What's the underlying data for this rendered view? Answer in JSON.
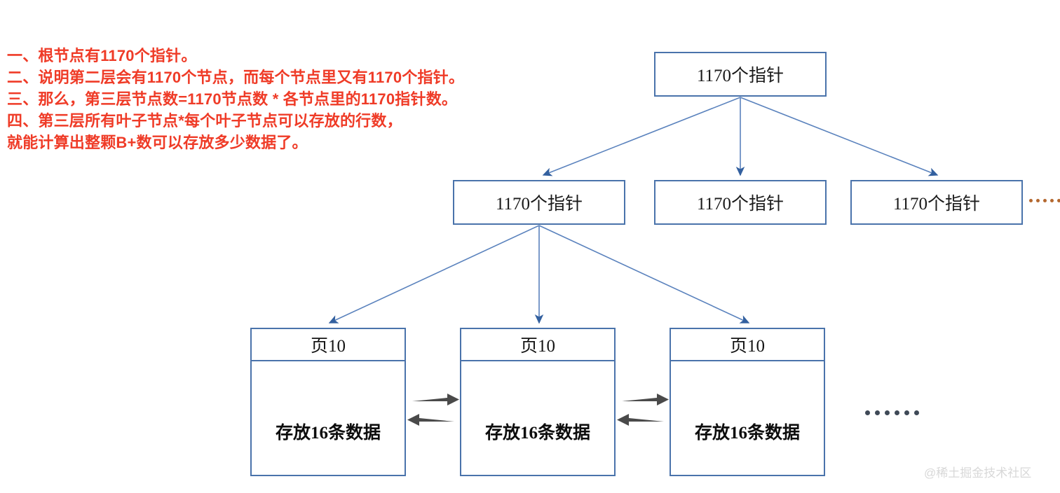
{
  "annotations": {
    "lines": [
      "一、根节点有1170个指针。",
      "二、说明第二层会有1170个节点，而每个节点里又有1170个指针。",
      "三、那么，第三层节点数=1170节点数 * 各节点里的1170指针数。",
      "四、第三层所有叶子节点*每个叶子节点可以存放的行数，",
      "就能计算出整颗B+数可以存放多少数据了。"
    ],
    "color": "#ef3b27"
  },
  "tree": {
    "root": {
      "label": "1170个指针"
    },
    "level2": [
      {
        "label": "1170个指针"
      },
      {
        "label": "1170个指针"
      },
      {
        "label": "1170个指针"
      }
    ],
    "level2_ellipsis": "……",
    "leaves": [
      {
        "header": "页10",
        "body": "存放16条数据"
      },
      {
        "header": "页10",
        "body": "存放16条数据"
      },
      {
        "header": "页10",
        "body": "存放16条数据"
      }
    ],
    "leaf_ellipsis": "……",
    "box_border_color": "#4a73ab",
    "connector_color": "#4a73ab",
    "leaf_link_color": "#4a4a4a"
  },
  "watermark": {
    "text": "@稀土掘金技术社区",
    "color": "#d8d8d8"
  }
}
